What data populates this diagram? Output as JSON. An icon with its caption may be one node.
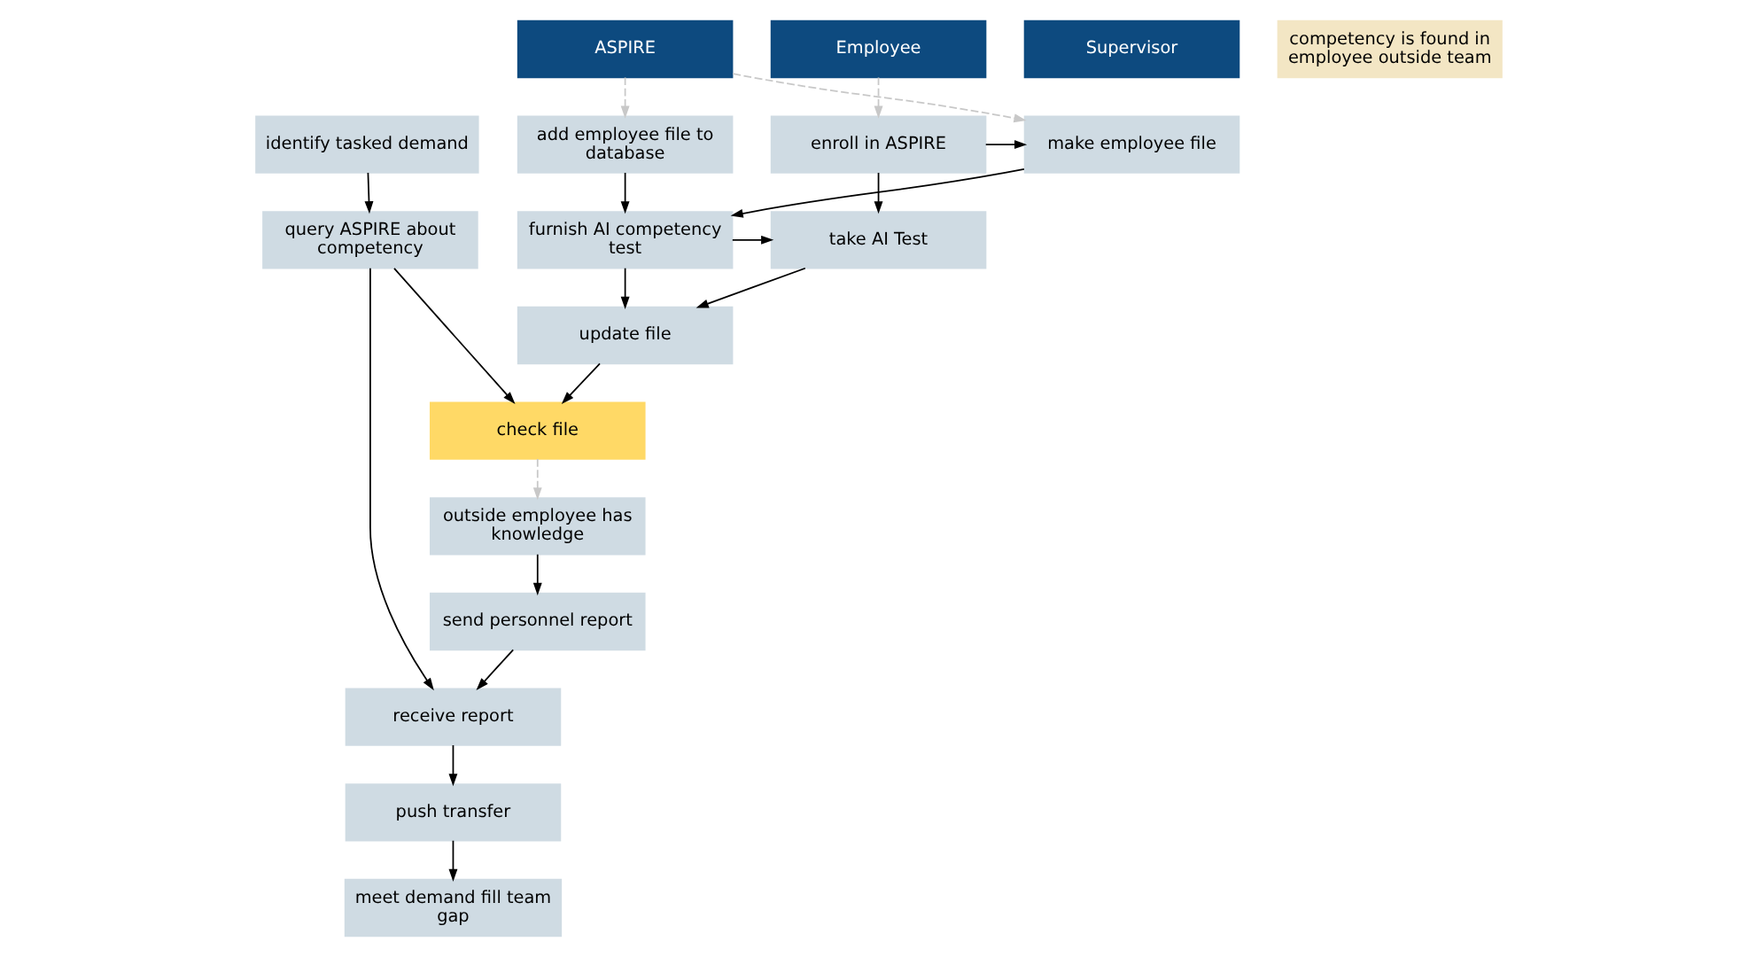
{
  "diagram": {
    "nodes": [
      {
        "text": [
          "Employee"
        ]
      },
      {
        "text": [
          "ASPIRE"
        ]
      },
      {
        "text": [
          "Supervisor"
        ]
      },
      {
        "text": [
          "competency is found in employee outside team"
        ]
      },
      {
        "text": [
          "enroll in ASPIRE"
        ]
      },
      {
        "text": [
          "make employee file"
        ]
      },
      {
        "text": [
          "add employee file to database"
        ]
      },
      {
        "text": [
          "identify tasked demand"
        ]
      },
      {
        "text": [
          "take AI Test"
        ]
      },
      {
        "text": [
          "furnish AI competency test"
        ]
      },
      {
        "text": [
          "query ASPIRE about competency"
        ]
      },
      {
        "text": [
          "update file"
        ]
      },
      {
        "text": [
          "check file"
        ]
      },
      {
        "text": [
          "outside employee has knowledge"
        ]
      },
      {
        "text": [
          "send personnel report"
        ]
      },
      {
        "text": [
          "receive report"
        ]
      },
      {
        "text": [
          "push transfer"
        ]
      },
      {
        "text": [
          "meet demand fill team gap"
        ]
      }
    ],
    "edges": [
      {
        "from": 0,
        "to": 4,
        "arrow": "to",
        "style": "dashed",
        "color": "#c8c8c8"
      },
      {
        "from": 1,
        "to": 5,
        "arrow": "to",
        "style": "dashed",
        "color": "#c8c8c8"
      },
      {
        "from": 1,
        "to": 6,
        "arrow": "to",
        "style": "dashed",
        "color": "#c8c8c8"
      },
      {
        "from": 4,
        "to": 5,
        "arrow": "to"
      },
      {
        "from": 4,
        "to": 8,
        "arrow": "to"
      },
      {
        "from": 6,
        "to": 9,
        "arrow": "to"
      },
      {
        "from": 9,
        "to": 8,
        "arrow": "to"
      },
      {
        "from": 5,
        "to": 9,
        "arrow": "to"
      },
      {
        "from": 7,
        "to": 10,
        "arrow": "to"
      },
      {
        "from": 8,
        "to": 11,
        "arrow": "to"
      },
      {
        "from": 9,
        "to": 11,
        "arrow": "to"
      },
      {
        "from": 11,
        "to": 12,
        "arrow": "to"
      },
      {
        "from": 10,
        "to": 12,
        "arrow": "to"
      },
      {
        "from": 12,
        "to": 13,
        "arrow": "to",
        "style": "dashed",
        "color": "#c8c8c8"
      },
      {
        "from": 13,
        "to": 14,
        "arrow": "to"
      },
      {
        "from": 14,
        "to": 15,
        "arrow": "to"
      },
      {
        "from": 10,
        "to": 15,
        "arrow": "to"
      },
      {
        "from": 15,
        "to": 16,
        "arrow": "to"
      },
      {
        "from": 16,
        "to": 17,
        "arrow": "to"
      }
    ]
  }
}
